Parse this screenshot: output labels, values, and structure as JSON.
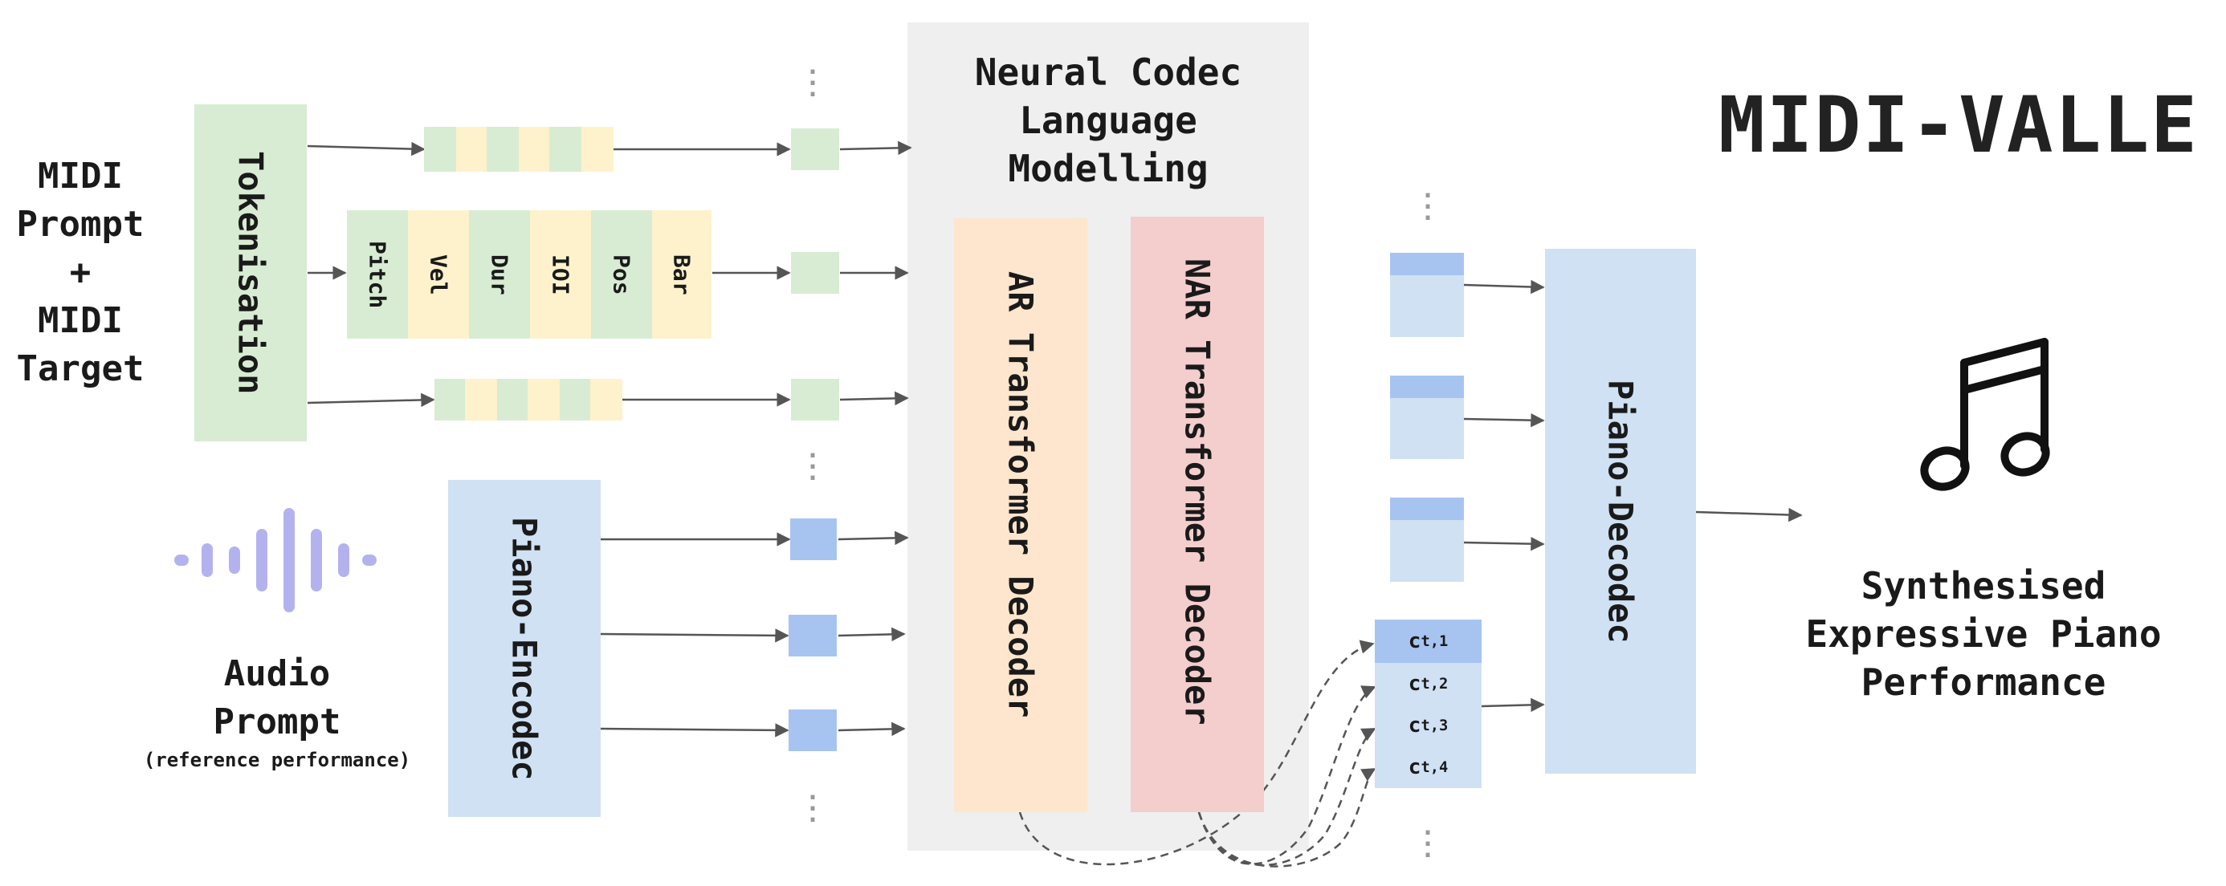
{
  "title": "MIDI-VALLE",
  "inputs": {
    "midi_label_lines": [
      "MIDI",
      "Prompt",
      "+",
      "MIDI",
      "Target"
    ],
    "audio_label_lines": [
      "Audio",
      "Prompt"
    ],
    "audio_note": "(reference performance)"
  },
  "modules": {
    "tokenisation": "Tokenisation",
    "piano_encodec": "Piano-Encodec",
    "piano_decodec": "Piano-Decodec",
    "nclm_lines": [
      "Neural Codec",
      "Language",
      "Modelling"
    ],
    "ar_decoder": "AR Transformer Decoder",
    "nar_decoder": "NAR Transformer Decoder"
  },
  "token_fields": [
    "Pitch",
    "Vel",
    "Dur",
    "IOI",
    "Pos",
    "Bar"
  ],
  "codes": [
    {
      "c": "c",
      "sub": "t,1"
    },
    {
      "c": "c",
      "sub": "t,2"
    },
    {
      "c": "c",
      "sub": "t,3"
    },
    {
      "c": "c",
      "sub": "t,4"
    }
  ],
  "output_label_lines": [
    "Synthesised",
    "Expressive Piano",
    "Performance"
  ],
  "icons": [
    "audio-waveform-icon",
    "music-note-icon",
    "vertical-ellipsis-icon"
  ],
  "colors": {
    "midi_token": "#d8ecd3",
    "midi_token_alt": "#fdf2cb",
    "audio_token": "#a7c4f1",
    "codec_module": "#cfe1f3",
    "ar_decoder": "#fde6cd",
    "nar_decoder": "#f4cdcd",
    "nclm_panel": "#efefef",
    "waveform": "#b4b2ee"
  }
}
